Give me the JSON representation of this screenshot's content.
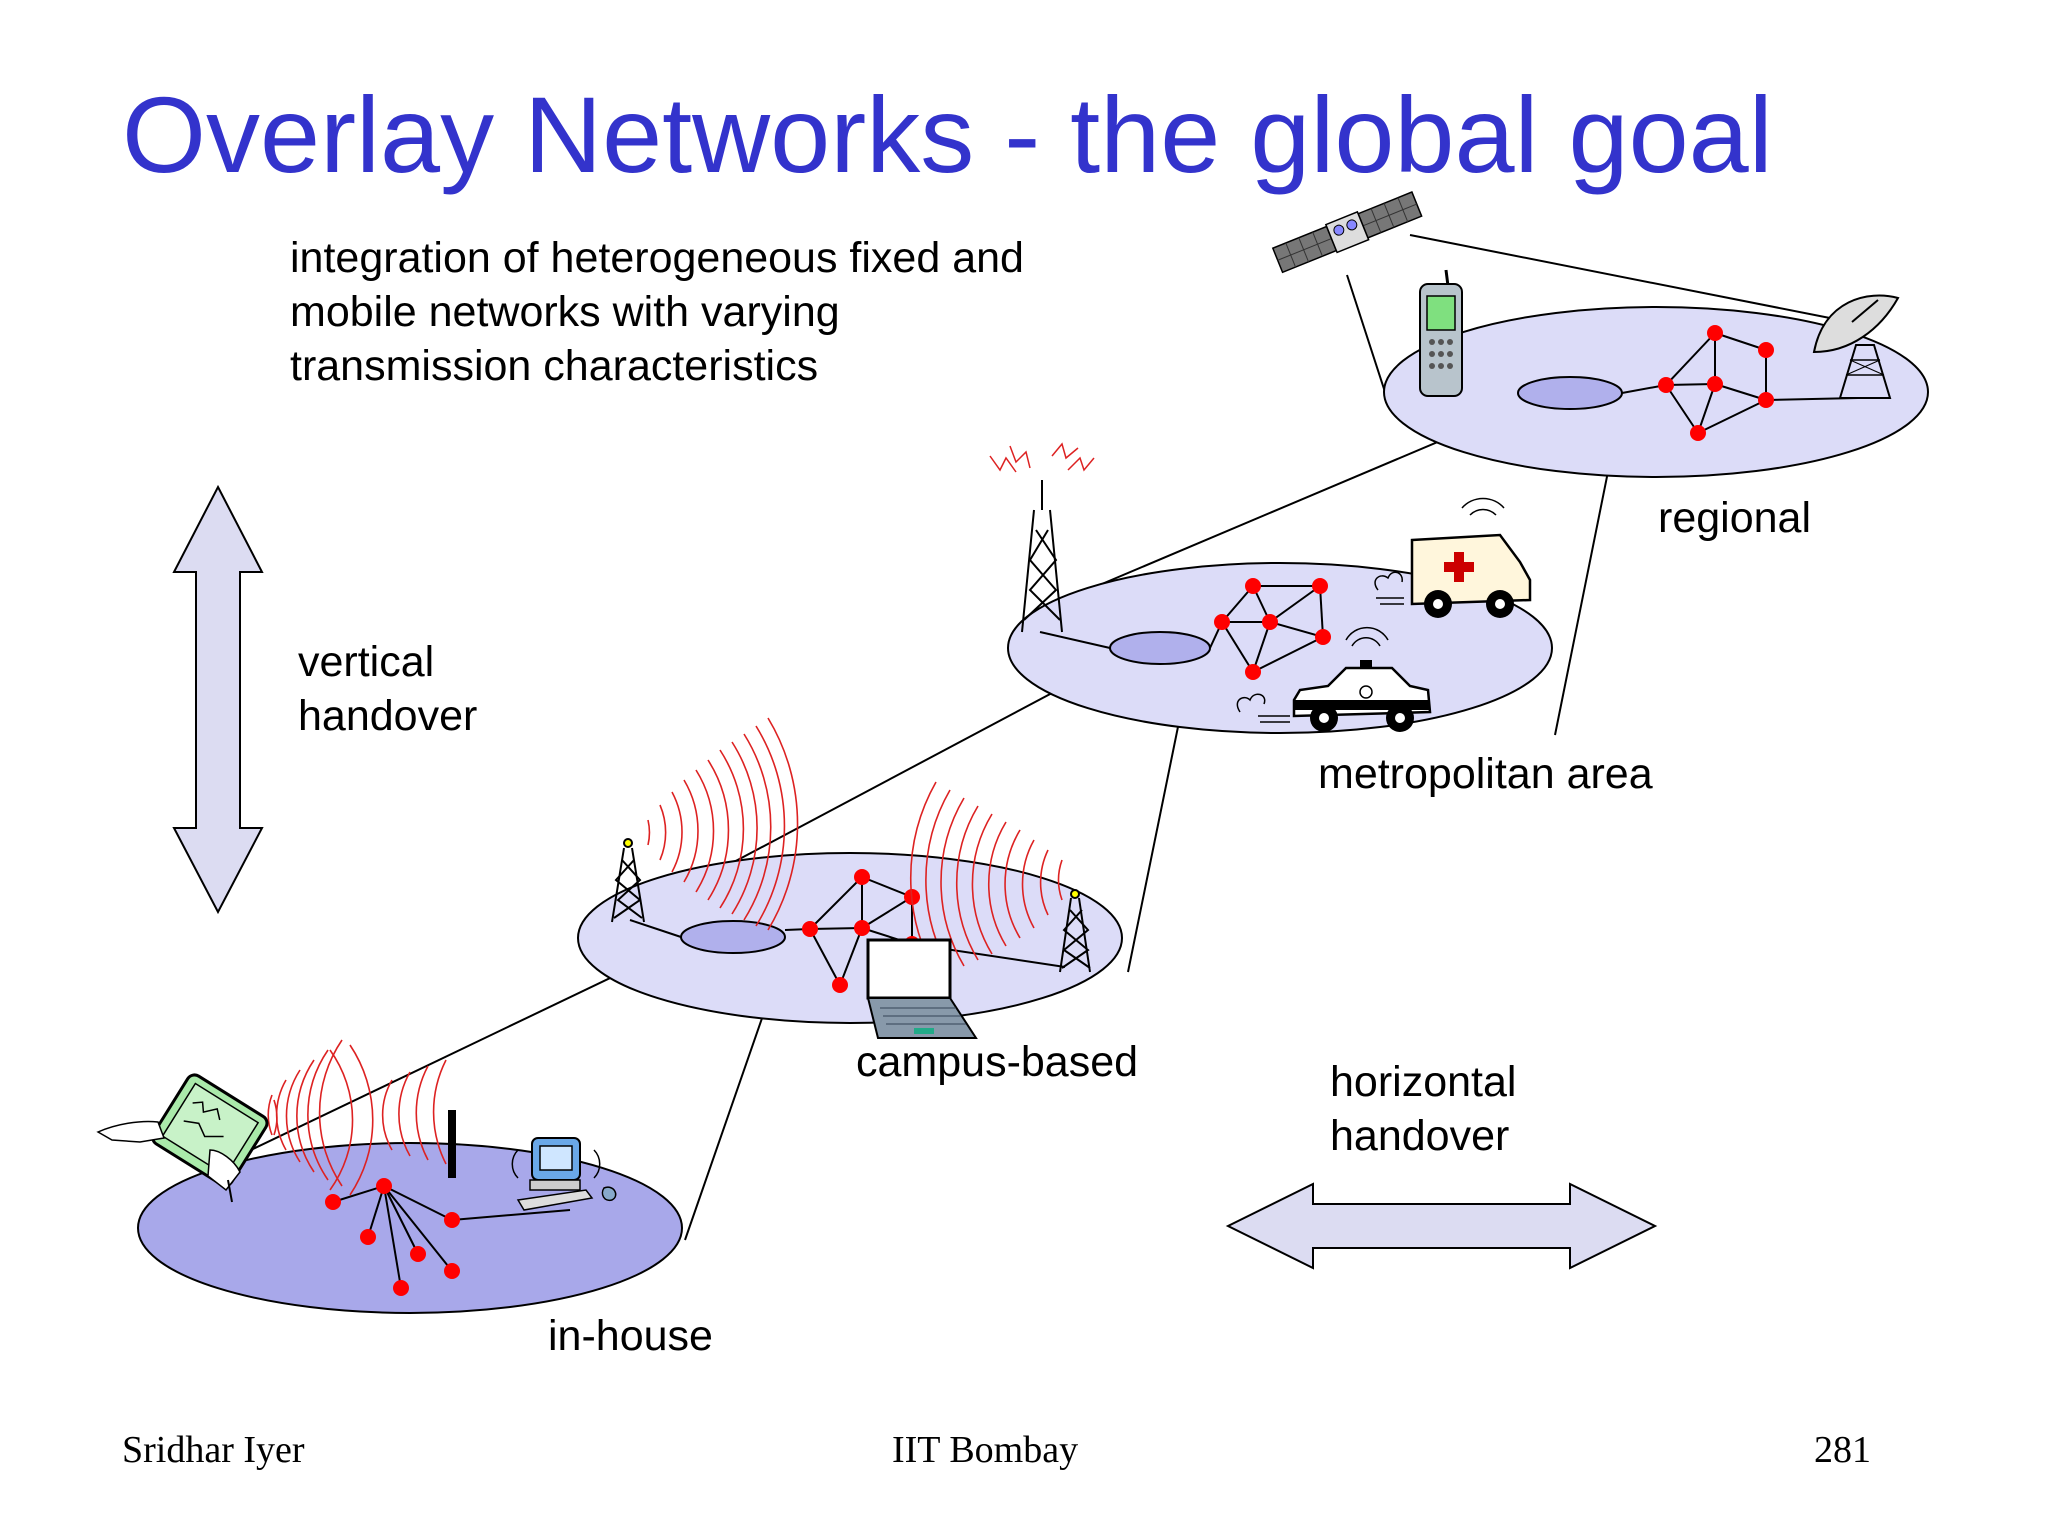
{
  "slide": {
    "title": "Overlay Networks - the global goal",
    "subtitle_lines": [
      "integration of heterogeneous fixed and",
      "mobile networks with varying",
      "transmission characteristics"
    ]
  },
  "labels": {
    "vertical_line1": "vertical",
    "vertical_line2": "handover",
    "horizontal_line1": "horizontal",
    "horizontal_line2": "handover",
    "regional": "regional",
    "metropolitan": "metropolitan area",
    "campus": "campus-based",
    "inhouse": "in-house"
  },
  "footer": {
    "author": "Sridhar Iyer",
    "institution": "IIT Bombay",
    "page": "281"
  },
  "colors": {
    "title": "#3333cc",
    "network_disc": "#dcdcf8",
    "inhouse_disc": "#a8a8ea",
    "node": "#ff0000",
    "radio_wave": "#dd2222",
    "arrow_fill": "#dcdcf2"
  },
  "icons": [
    "satellite-icon",
    "mobile-phone-icon",
    "dish-antenna-icon",
    "radio-tower-icon",
    "ambulance-icon",
    "police-car-icon",
    "laptop-icon",
    "tablet-pen-icon",
    "desktop-computer-icon"
  ]
}
